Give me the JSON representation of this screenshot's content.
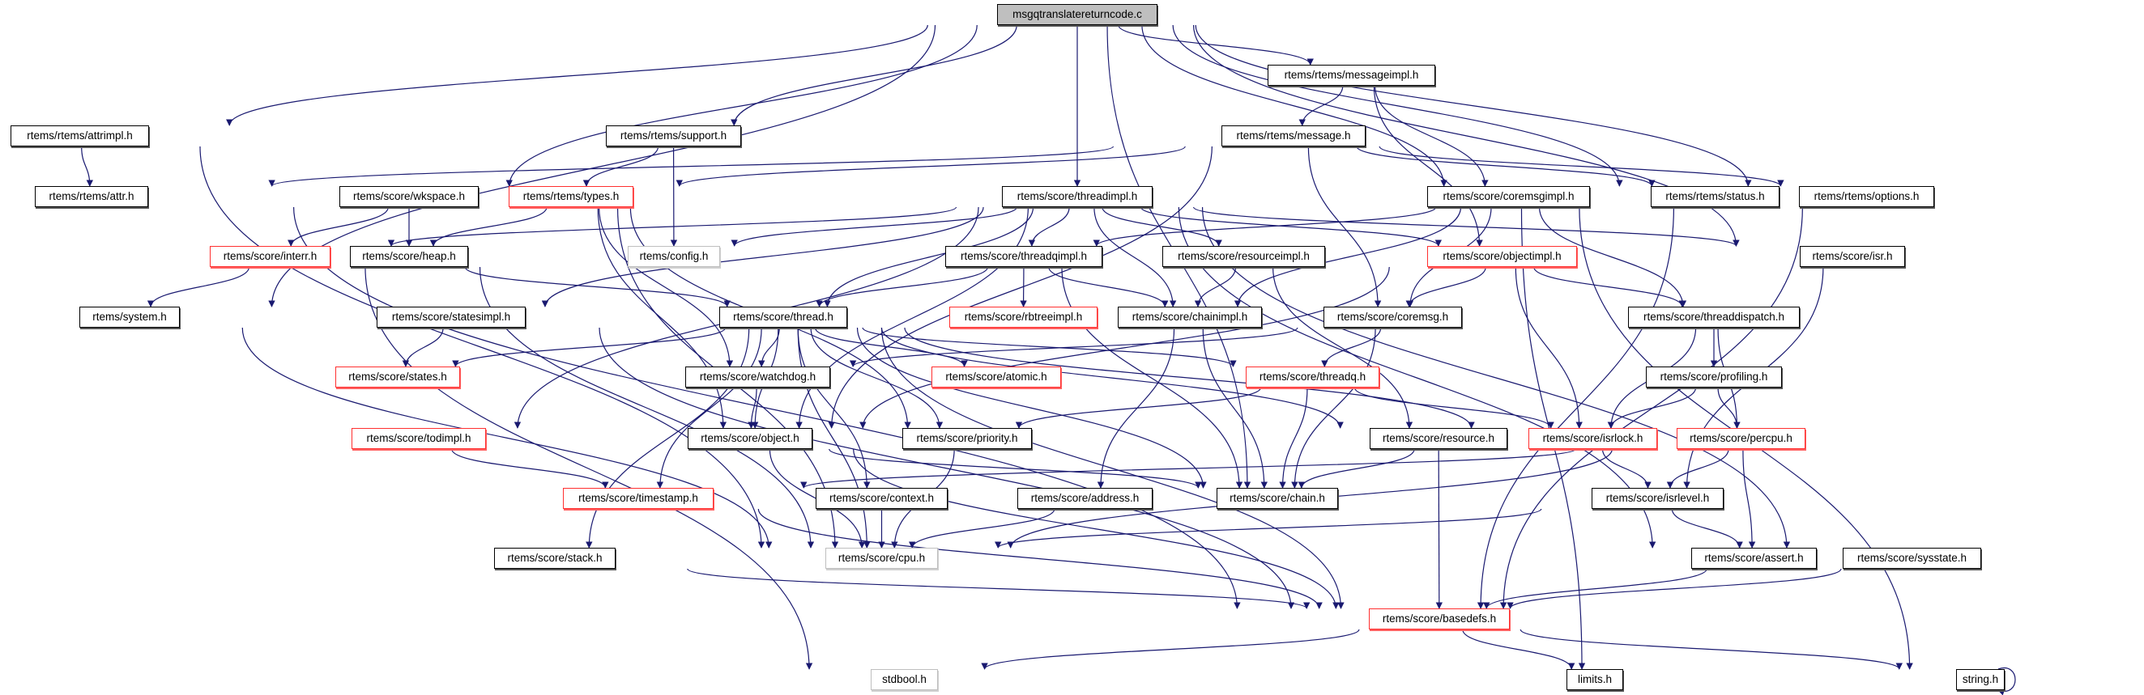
{
  "colors": {
    "edge": "#191970",
    "root_fill": "#bfbfbf",
    "documented_border": "#000000",
    "truncated_border": "#ff0000",
    "undocumented_border": "#bfbfbf"
  },
  "nodes": [
    {
      "id": "main",
      "label": "msgqtranslatereturncode.c",
      "style": "root"
    },
    {
      "id": "attrimpl",
      "label": "rtems/rtems/attrimpl.h",
      "style": "black"
    },
    {
      "id": "support",
      "label": "rtems/rtems/support.h",
      "style": "black"
    },
    {
      "id": "messageimpl",
      "label": "rtems/rtems/messageimpl.h",
      "style": "black"
    },
    {
      "id": "message",
      "label": "rtems/rtems/message.h",
      "style": "black"
    },
    {
      "id": "attr",
      "label": "rtems/rtems/attr.h",
      "style": "black"
    },
    {
      "id": "wkspace",
      "label": "rtems/score/wkspace.h",
      "style": "black"
    },
    {
      "id": "types",
      "label": "rtems/rtems/types.h",
      "style": "red"
    },
    {
      "id": "threadimpl",
      "label": "rtems/score/threadimpl.h",
      "style": "black"
    },
    {
      "id": "coremsgimpl",
      "label": "rtems/score/coremsgimpl.h",
      "style": "black"
    },
    {
      "id": "status",
      "label": "rtems/rtems/status.h",
      "style": "black"
    },
    {
      "id": "options",
      "label": "rtems/rtems/options.h",
      "style": "black"
    },
    {
      "id": "interr",
      "label": "rtems/score/interr.h",
      "style": "red"
    },
    {
      "id": "heap",
      "label": "rtems/score/heap.h",
      "style": "black"
    },
    {
      "id": "config",
      "label": "rtems/config.h",
      "style": "gray"
    },
    {
      "id": "threadqimpl",
      "label": "rtems/score/threadqimpl.h",
      "style": "black"
    },
    {
      "id": "resourceimpl",
      "label": "rtems/score/resourceimpl.h",
      "style": "black"
    },
    {
      "id": "objectimpl",
      "label": "rtems/score/objectimpl.h",
      "style": "red"
    },
    {
      "id": "isr",
      "label": "rtems/score/isr.h",
      "style": "black"
    },
    {
      "id": "system",
      "label": "rtems/system.h",
      "style": "black"
    },
    {
      "id": "statesimpl",
      "label": "rtems/score/statesimpl.h",
      "style": "black"
    },
    {
      "id": "thread",
      "label": "rtems/score/thread.h",
      "style": "black"
    },
    {
      "id": "rbtreeimpl",
      "label": "rtems/score/rbtreeimpl.h",
      "style": "red"
    },
    {
      "id": "chainimpl",
      "label": "rtems/score/chainimpl.h",
      "style": "black"
    },
    {
      "id": "coremsg",
      "label": "rtems/score/coremsg.h",
      "style": "black"
    },
    {
      "id": "threaddispatch",
      "label": "rtems/score/threaddispatch.h",
      "style": "black"
    },
    {
      "id": "states",
      "label": "rtems/score/states.h",
      "style": "red"
    },
    {
      "id": "watchdog",
      "label": "rtems/score/watchdog.h",
      "style": "black"
    },
    {
      "id": "atomic",
      "label": "rtems/score/atomic.h",
      "style": "red"
    },
    {
      "id": "threadq",
      "label": "rtems/score/threadq.h",
      "style": "red"
    },
    {
      "id": "profiling",
      "label": "rtems/score/profiling.h",
      "style": "black"
    },
    {
      "id": "todimpl",
      "label": "rtems/score/todimpl.h",
      "style": "red"
    },
    {
      "id": "object",
      "label": "rtems/score/object.h",
      "style": "black"
    },
    {
      "id": "priority",
      "label": "rtems/score/priority.h",
      "style": "black"
    },
    {
      "id": "resource",
      "label": "rtems/score/resource.h",
      "style": "black"
    },
    {
      "id": "isrlock",
      "label": "rtems/score/isrlock.h",
      "style": "red"
    },
    {
      "id": "percpu",
      "label": "rtems/score/percpu.h",
      "style": "red"
    },
    {
      "id": "timestamp",
      "label": "rtems/score/timestamp.h",
      "style": "red"
    },
    {
      "id": "context",
      "label": "rtems/score/context.h",
      "style": "black"
    },
    {
      "id": "address",
      "label": "rtems/score/address.h",
      "style": "black"
    },
    {
      "id": "chain",
      "label": "rtems/score/chain.h",
      "style": "black"
    },
    {
      "id": "isrlevel",
      "label": "rtems/score/isrlevel.h",
      "style": "black"
    },
    {
      "id": "stack",
      "label": "rtems/score/stack.h",
      "style": "black"
    },
    {
      "id": "cpu",
      "label": "rtems/score/cpu.h",
      "style": "gray"
    },
    {
      "id": "assert",
      "label": "rtems/score/assert.h",
      "style": "black"
    },
    {
      "id": "sysstate",
      "label": "rtems/score/sysstate.h",
      "style": "black"
    },
    {
      "id": "basedefs",
      "label": "rtems/score/basedefs.h",
      "style": "red"
    },
    {
      "id": "stdbool",
      "label": "stdbool.h",
      "style": "gray"
    },
    {
      "id": "limits",
      "label": "limits.h",
      "style": "black"
    },
    {
      "id": "string",
      "label": "string.h",
      "style": "black"
    }
  ],
  "edges": [
    [
      "main",
      "attrimpl"
    ],
    [
      "main",
      "system"
    ],
    [
      "main",
      "wkspace"
    ],
    [
      "main",
      "support"
    ],
    [
      "main",
      "threadimpl"
    ],
    [
      "main",
      "messageimpl"
    ],
    [
      "main",
      "coremsgimpl"
    ],
    [
      "main",
      "status"
    ],
    [
      "main",
      "options"
    ],
    [
      "main",
      "isr"
    ],
    [
      "main",
      "chain"
    ],
    [
      "attrimpl",
      "attr"
    ],
    [
      "attrimpl",
      "cpu"
    ],
    [
      "support",
      "types"
    ],
    [
      "support",
      "config"
    ],
    [
      "messageimpl",
      "message"
    ],
    [
      "messageimpl",
      "coremsgimpl"
    ],
    [
      "messageimpl",
      "objectimpl"
    ],
    [
      "message",
      "attr"
    ],
    [
      "message",
      "types"
    ],
    [
      "message",
      "status"
    ],
    [
      "message",
      "options"
    ],
    [
      "message",
      "coremsg"
    ],
    [
      "message",
      "object"
    ],
    [
      "attr",
      "basedefs"
    ],
    [
      "wkspace",
      "interr"
    ],
    [
      "wkspace",
      "heap"
    ],
    [
      "types",
      "heap"
    ],
    [
      "types",
      "object"
    ],
    [
      "types",
      "watchdog"
    ],
    [
      "types",
      "priority"
    ],
    [
      "types",
      "cpu"
    ],
    [
      "threadimpl",
      "interr"
    ],
    [
      "threadimpl",
      "config"
    ],
    [
      "threadimpl",
      "threadqimpl"
    ],
    [
      "threadimpl",
      "statesimpl"
    ],
    [
      "threadimpl",
      "thread"
    ],
    [
      "threadimpl",
      "resourceimpl"
    ],
    [
      "threadimpl",
      "chainimpl"
    ],
    [
      "threadimpl",
      "objectimpl"
    ],
    [
      "threadimpl",
      "isr"
    ],
    [
      "threadimpl",
      "assert"
    ],
    [
      "threadimpl",
      "sysstate"
    ],
    [
      "threadimpl",
      "todimpl"
    ],
    [
      "threadimpl",
      "object"
    ],
    [
      "coremsgimpl",
      "threadqimpl"
    ],
    [
      "coremsgimpl",
      "chainimpl"
    ],
    [
      "coremsgimpl",
      "coremsg"
    ],
    [
      "coremsgimpl",
      "threaddispatch"
    ],
    [
      "coremsgimpl",
      "string"
    ],
    [
      "coremsgimpl",
      "limits"
    ],
    [
      "status",
      "basedefs"
    ],
    [
      "options",
      "basedefs"
    ],
    [
      "interr",
      "system"
    ],
    [
      "interr",
      "stdbool"
    ],
    [
      "heap",
      "thread"
    ],
    [
      "heap",
      "cpu"
    ],
    [
      "threadqimpl",
      "thread"
    ],
    [
      "threadqimpl",
      "rbtreeimpl"
    ],
    [
      "threadqimpl",
      "chainimpl"
    ],
    [
      "threadqimpl",
      "chain"
    ],
    [
      "resourceimpl",
      "chainimpl"
    ],
    [
      "resourceimpl",
      "resource"
    ],
    [
      "objectimpl",
      "threaddispatch"
    ],
    [
      "objectimpl",
      "isrlock"
    ],
    [
      "objectimpl",
      "object"
    ],
    [
      "objectimpl",
      "coremsg"
    ],
    [
      "isr",
      "isrlevel"
    ],
    [
      "system",
      "cpu"
    ],
    [
      "statesimpl",
      "states"
    ],
    [
      "statesimpl",
      "basedefs"
    ],
    [
      "thread",
      "states"
    ],
    [
      "thread",
      "watchdog"
    ],
    [
      "thread",
      "atomic"
    ],
    [
      "thread",
      "object"
    ],
    [
      "thread",
      "priority"
    ],
    [
      "thread",
      "timestamp"
    ],
    [
      "thread",
      "context"
    ],
    [
      "thread",
      "stack"
    ],
    [
      "thread",
      "threadq"
    ],
    [
      "thread",
      "resource"
    ],
    [
      "thread",
      "isrlock"
    ],
    [
      "thread",
      "cpu"
    ],
    [
      "thread",
      "basedefs"
    ],
    [
      "thread",
      "chain"
    ],
    [
      "chainimpl",
      "address"
    ],
    [
      "chainimpl",
      "chain"
    ],
    [
      "coremsg",
      "threadq"
    ],
    [
      "coremsg",
      "watchdog"
    ],
    [
      "coremsg",
      "chain"
    ],
    [
      "threaddispatch",
      "profiling"
    ],
    [
      "threaddispatch",
      "isrlock"
    ],
    [
      "threaddispatch",
      "percpu"
    ],
    [
      "watchdog",
      "object"
    ],
    [
      "todimpl",
      "timestamp"
    ],
    [
      "object",
      "cpu"
    ],
    [
      "object",
      "chain"
    ],
    [
      "object",
      "basedefs"
    ],
    [
      "priority",
      "cpu"
    ],
    [
      "threadq",
      "priority"
    ],
    [
      "threadq",
      "chain"
    ],
    [
      "threadq",
      "isrlock"
    ],
    [
      "profiling",
      "isrlock"
    ],
    [
      "profiling",
      "percpu"
    ],
    [
      "resource",
      "chain"
    ],
    [
      "resource",
      "basedefs"
    ],
    [
      "isrlock",
      "isrlevel"
    ],
    [
      "percpu",
      "isrlevel"
    ],
    [
      "percpu",
      "assert"
    ],
    [
      "percpu",
      "cpu"
    ],
    [
      "percpu",
      "timestamp"
    ],
    [
      "timestamp",
      "basedefs"
    ],
    [
      "context",
      "cpu"
    ],
    [
      "address",
      "cpu"
    ],
    [
      "stack",
      "basedefs"
    ],
    [
      "isrlevel",
      "cpu"
    ],
    [
      "isrlevel",
      "assert"
    ],
    [
      "assert",
      "basedefs"
    ],
    [
      "sysstate",
      "basedefs"
    ],
    [
      "basedefs",
      "stdbool"
    ],
    [
      "basedefs",
      "limits"
    ],
    [
      "basedefs",
      "string"
    ],
    [
      "string",
      "string"
    ]
  ]
}
